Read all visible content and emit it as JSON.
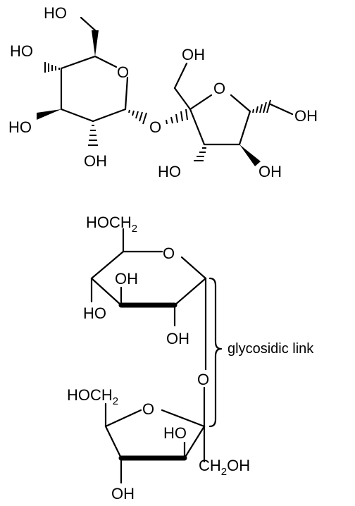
{
  "diagram": {
    "top_structure": {
      "labels": {
        "glc_c6_oh": "HO",
        "glc_c4_oh": "HO",
        "glc_c3_oh": "HO",
        "glc_c2_oh": "OH",
        "glc_ring_o": "O",
        "bridge_o": "O",
        "fru_c1_oh": "OH",
        "fru_ring_o": "O",
        "fru_c6_oh": "OH",
        "fru_c3_oh": "HO",
        "fru_c4_oh": "OH"
      }
    },
    "bottom_structure": {
      "labels": {
        "glc_ch2oh": "HOCH",
        "glc_ch2oh_sub": "2",
        "glc_ring_o": "O",
        "glc_c4_oh": "OH",
        "glc_c3_oh": "HO",
        "glc_c2_oh": "OH",
        "bridge_o": "O",
        "fru_ch2oh": "HOCH",
        "fru_ch2oh_sub": "2",
        "fru_ring_o": "O",
        "fru_c3_oh": "HO",
        "fru_ch2oh_right": "CH",
        "fru_ch2oh_right_sub": "2",
        "fru_ch2oh_right_tail": "OH",
        "fru_c4_oh": "OH"
      },
      "annotation": "glycosidic link"
    }
  }
}
